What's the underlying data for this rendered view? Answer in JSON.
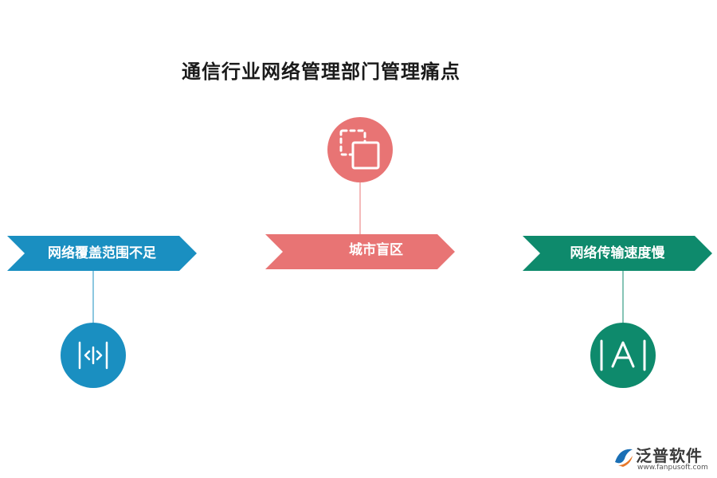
{
  "title": "通信行业网络管理部门管理痛点",
  "nodes": [
    {
      "label": "网络覆盖范围不足",
      "color": "#1a8fc1",
      "icon": "split-arrows-icon",
      "icon_position": "below"
    },
    {
      "label": "城市盲区",
      "color": "#e87474",
      "icon": "copy-frame-icon",
      "icon_position": "above"
    },
    {
      "label": "网络传输速度慢",
      "color": "#0e8a6c",
      "icon": "text-cursor-a-icon",
      "icon_position": "below"
    }
  ],
  "logo": {
    "name": "泛普软件",
    "url": "www.fanpusoft.com",
    "accent": "#1a6fb5",
    "accent2": "#e8782a"
  }
}
